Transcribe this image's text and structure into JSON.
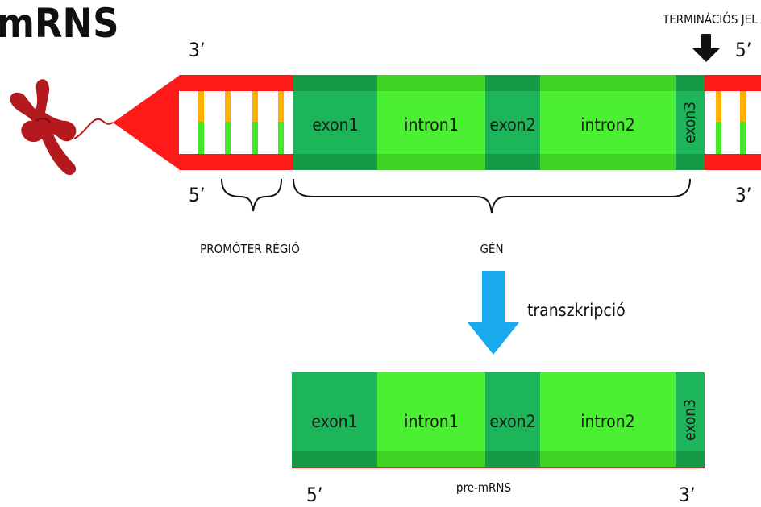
{
  "title": "mRNS",
  "dna": {
    "top_left_end": "3’",
    "bottom_left_end": "5’",
    "top_right_end": "5’",
    "bottom_right_end": "3’",
    "termination_label": "TERMINÁCIÓS JEL",
    "promoter_label": "PROMÓTER RÉGIÓ",
    "gene_label": "GÉN"
  },
  "segments": {
    "exon1": "exon1",
    "intron1": "intron1",
    "exon2": "exon2",
    "intron2": "intron2",
    "exon3": "exon3"
  },
  "arrow_label": "transzkripció",
  "premrna": {
    "label": "pre-mRNS",
    "left_end": "5’",
    "right_end": "3’"
  },
  "colors": {
    "strand_red": "#ff1a1a",
    "exon_green": "#1db55a",
    "exon_dark": "#169a48",
    "intron_green": "#4cf032",
    "intron_dark": "#3fd423",
    "rung_yellow": "#ffb300",
    "rung_green": "#44e62a",
    "arrow_blue": "#1aaaee",
    "chromosome": "#b3191d"
  }
}
